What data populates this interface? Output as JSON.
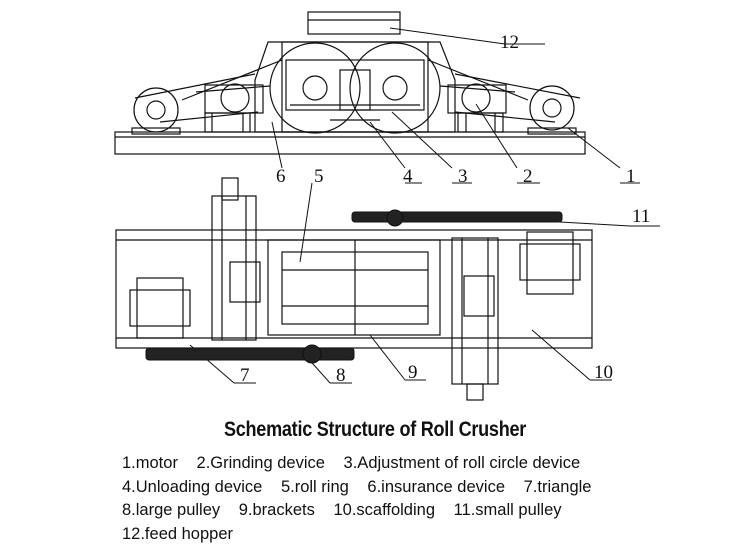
{
  "diagram": {
    "title": "Schematic Structure of Roll Crusher",
    "callouts": [
      "12",
      "6",
      "5",
      "4",
      "3",
      "2",
      "1",
      "11",
      "7",
      "8",
      "9",
      "10"
    ],
    "legend_rows": [
      [
        "1.motor",
        "2.Grinding device",
        "3.Adjustment of roll circle device"
      ],
      [
        "4.Unloading device",
        "5.roll ring",
        "6.insurance device",
        "7.triangle"
      ],
      [
        "8.large pulley",
        "9.brackets",
        "10.scaffolding",
        "11.small pulley"
      ],
      [
        "12.feed hopper"
      ]
    ]
  }
}
